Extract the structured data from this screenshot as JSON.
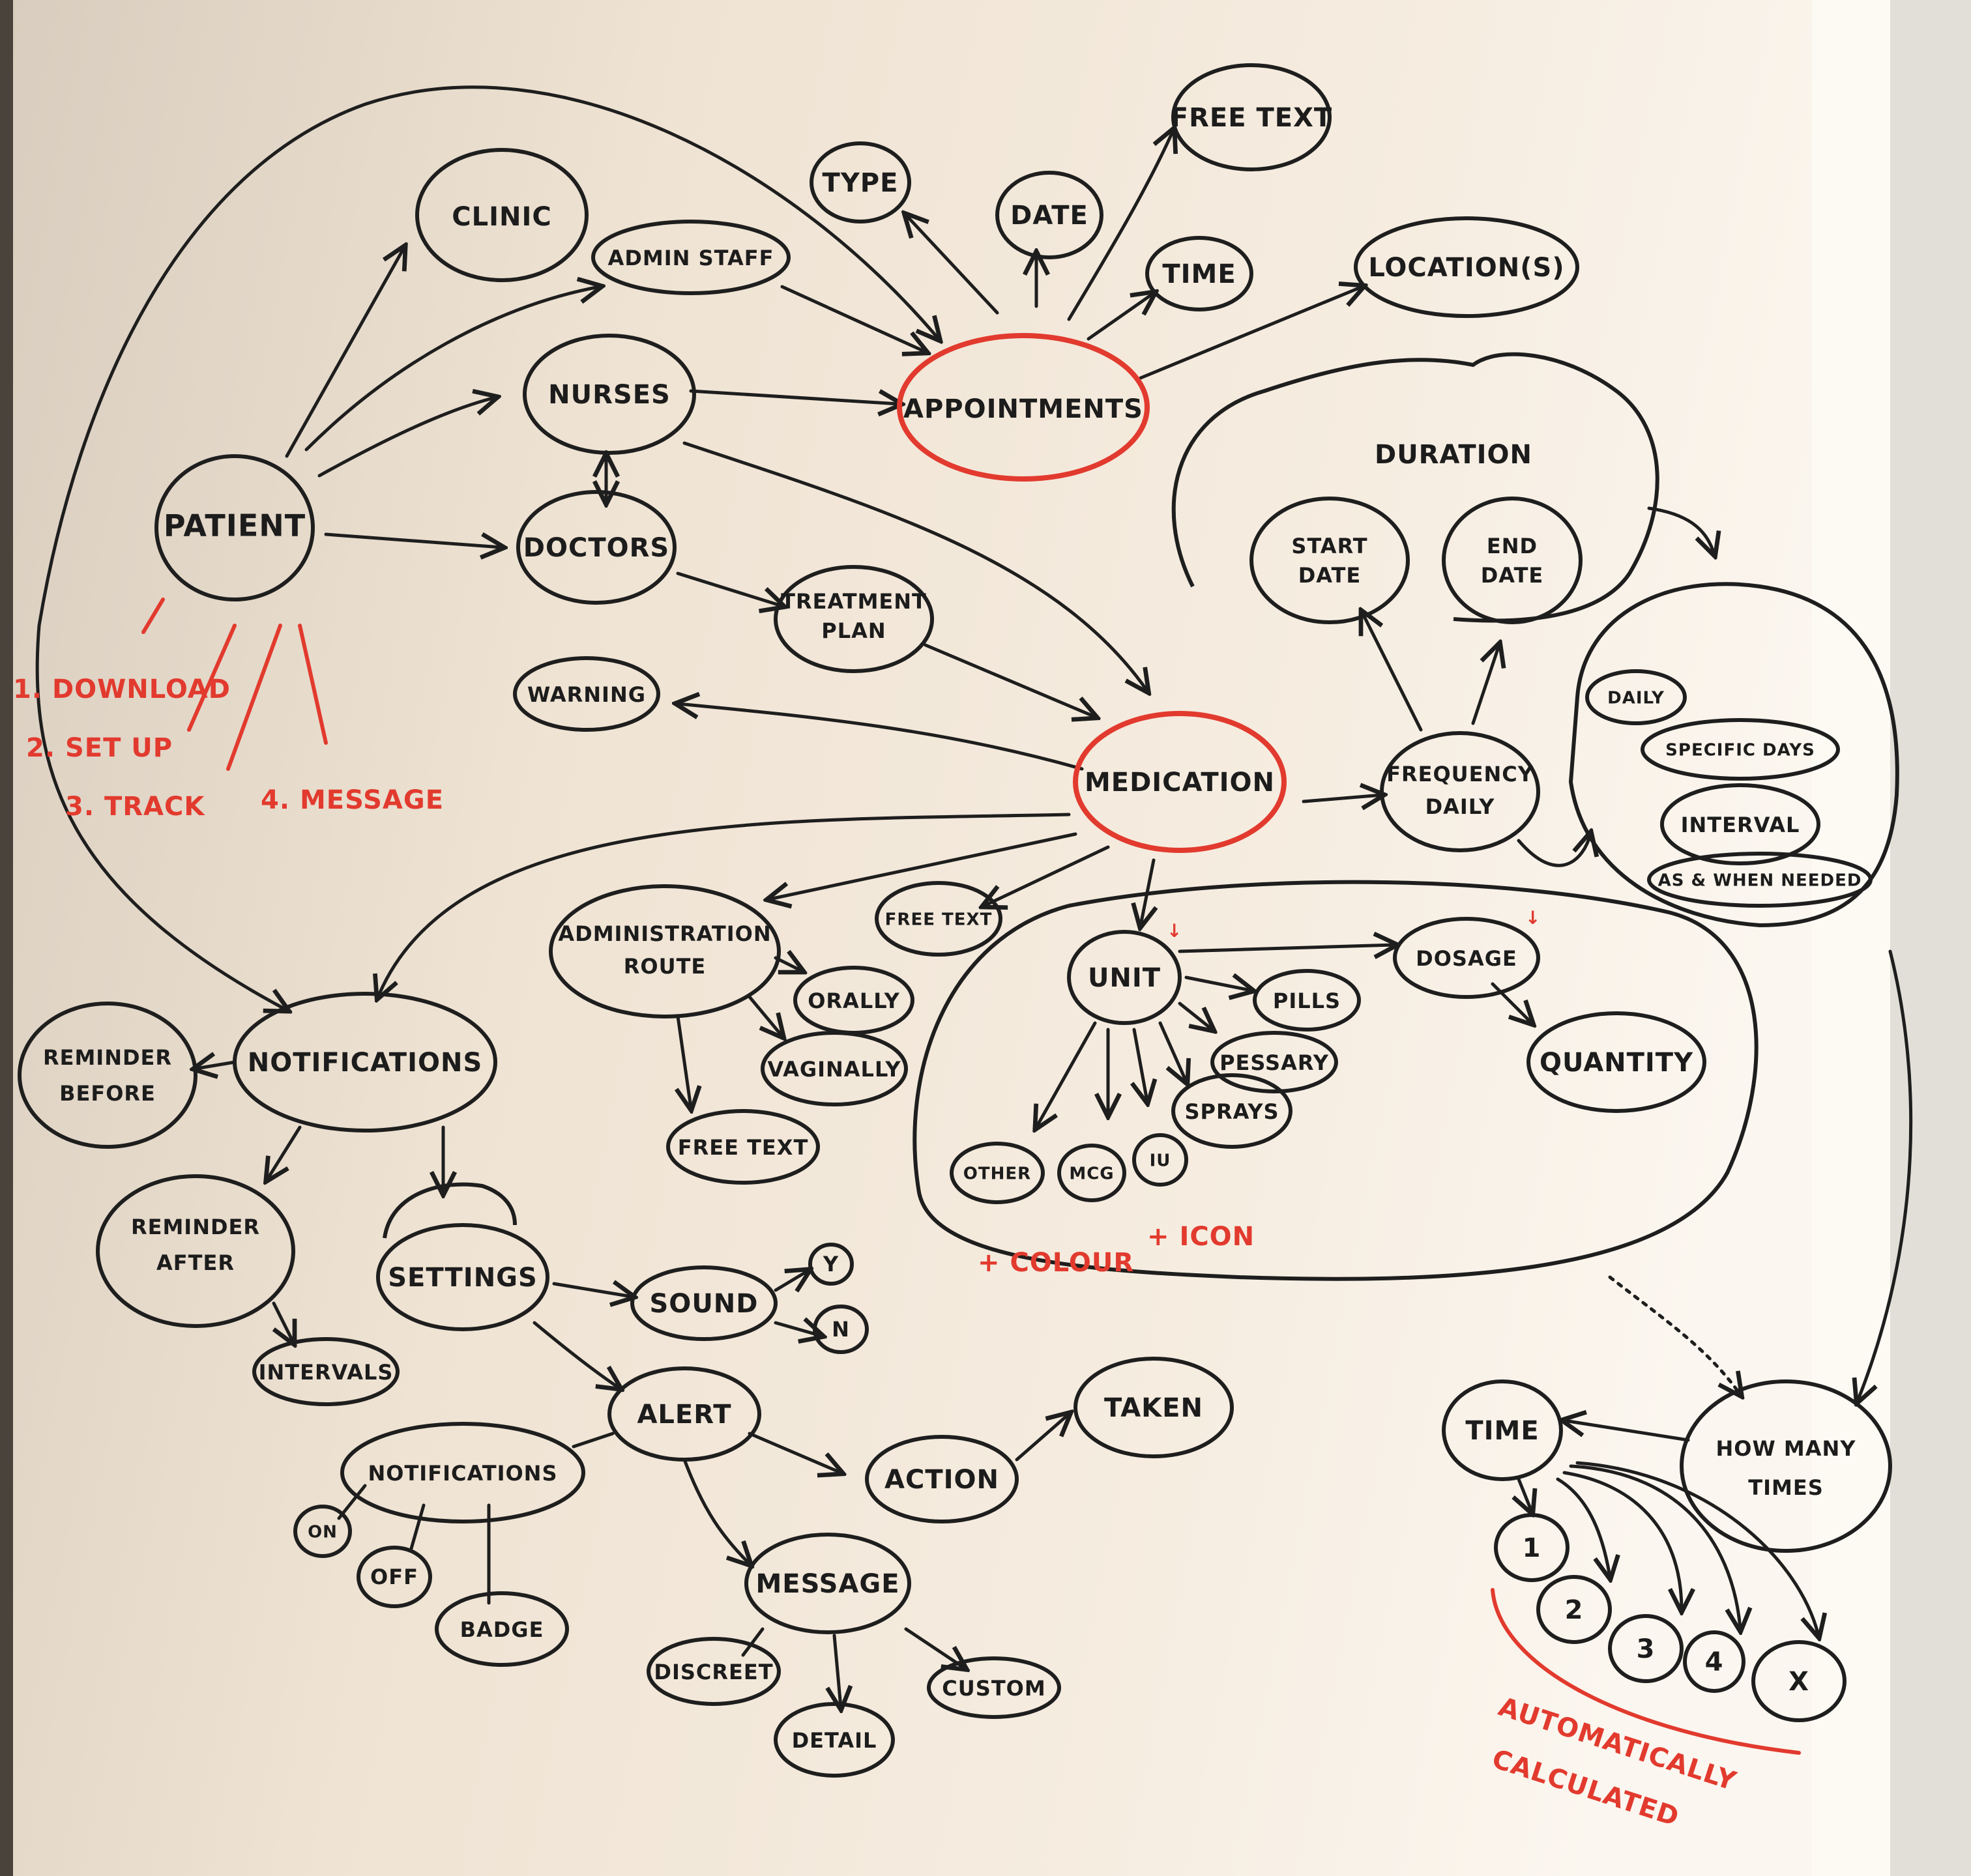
{
  "colors": {
    "ink": "#1e1e1e",
    "marker_red": "#e23a2e",
    "whiteboard": "#f4e9dc"
  },
  "nodes": {
    "patient": "PATIENT",
    "clinic": "CLINIC",
    "admin_staff": "ADMIN STAFF",
    "nurses": "NURSES",
    "doctors": "DOCTORS",
    "appointments": "APPOINTMENTS",
    "type": "TYPE",
    "date": "DATE",
    "free_text_top": "FREE TEXT",
    "time_top": "TIME",
    "locations": "LOCATION(S)",
    "duration": "DURATION",
    "start_date_1": "START",
    "start_date_2": "DATE",
    "end_date_1": "END",
    "end_date_2": "DATE",
    "treatment_plan_1": "TREATMENT",
    "treatment_plan_2": "PLAN",
    "warning": "WARNING",
    "medication": "MEDICATION",
    "frequency_1": "FREQUENCY",
    "frequency_2": "DAILY",
    "daily": "DAILY",
    "specific_days": "SPECIFIC DAYS",
    "interval": "INTERVAL",
    "as_when_needed": "AS & WHEN NEEDED",
    "administration_route_1": "ADMINISTRATION",
    "administration_route_2": "ROUTE",
    "free_text_mid": "FREE TEXT",
    "orally": "ORALLY",
    "vaginally": "VAGINALLY",
    "free_text_route": "FREE TEXT",
    "unit": "UNIT",
    "dosage": "DOSAGE",
    "pills": "PILLS",
    "pessary": "PESSARY",
    "sprays": "SPRAYS",
    "quantity": "QUANTITY",
    "other": "OTHER",
    "mcg": "MCG",
    "iu": "IU",
    "notifications": "NOTIFICATIONS",
    "reminder_before_1": "REMINDER",
    "reminder_before_2": "BEFORE",
    "reminder_after_1": "REMINDER",
    "reminder_after_2": "AFTER",
    "intervals": "INTERVALS",
    "settings": "SETTINGS",
    "sound": "SOUND",
    "sound_yes": "Y",
    "sound_no": "N",
    "alert": "ALERT",
    "alert_notifications": "NOTIFICATIONS",
    "on": "ON",
    "off": "OFF",
    "badge": "BADGE",
    "action": "ACTION",
    "taken": "TAKEN",
    "message": "MESSAGE",
    "discreet": "DISCREET",
    "detail": "DETAIL",
    "custom": "CUSTOM",
    "time_bottom": "TIME",
    "how_many_times_1": "HOW MANY",
    "how_many_times_2": "TIMES",
    "count_1": "1",
    "count_2": "2",
    "count_3": "3",
    "count_4": "4",
    "count_x": "X"
  },
  "red_notes": {
    "step_1": "1. DOWNLOAD",
    "step_2": "2. SET UP",
    "step_3": "3. TRACK",
    "step_4": "4. MESSAGE",
    "plus_colour": "+ COLOUR",
    "plus_icon": "+ ICON",
    "auto_1": "AUTOMATICALLY",
    "auto_2": "CALCULATED"
  }
}
